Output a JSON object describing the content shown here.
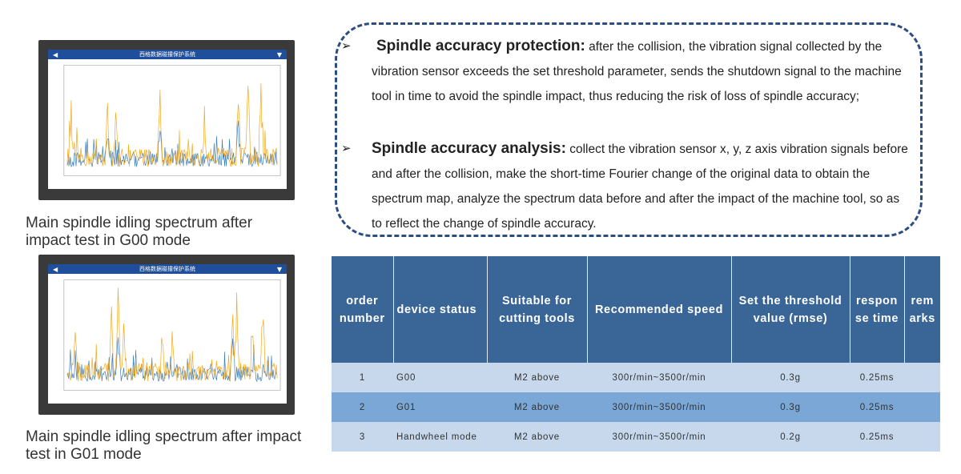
{
  "monitors": [
    {
      "title": "西格数据碰撞保护系统",
      "left_arrow": "◀",
      "right_arrow": "▼",
      "caption": "Main spindle idling spectrum after impact test in G00 mode"
    },
    {
      "title": "西格数据碰撞保护系统",
      "left_arrow": "◀",
      "right_arrow": "▼",
      "caption": "Main spindle idling spectrum after impact test in G01 mode"
    }
  ],
  "colors": {
    "series_orange": "#f2a81d",
    "series_blue": "#3b7fb8",
    "titlebar": "#1f4f9a",
    "header_bg": "#3a6697",
    "row_light": "#c7d8ec",
    "row_dark": "#7aa7d6",
    "dash_border": "#2c4d80"
  },
  "bullets": [
    {
      "mark": "➢",
      "heading": "Spindle accuracy protection:",
      "body": " after the collision, the vibration signal collected by the vibration sensor exceeds the set threshold parameter, sends the shutdown signal to the machine tool in time to avoid the spindle impact, thus reducing the risk of loss of spindle accuracy;"
    },
    {
      "mark": "➢",
      "heading": "Spindle accuracy analysis:",
      "body": " collect the vibration sensor x, y, z axis vibration signals before and after the collision, make the short-time Fourier change of the original data to obtain the spectrum map, analyze the spectrum data before and after the impact of the machine tool, so as to reflect the change of spindle accuracy."
    }
  ],
  "table": {
    "headers": [
      "order number",
      "device status",
      "Suitable for cutting tools",
      "Recommended speed",
      "Set the threshold value (rmse)",
      "respon se time",
      "rem arks"
    ],
    "rows": [
      [
        "1",
        "G00",
        "M2 above",
        "300r/min~3500r/min",
        "0.3g",
        "0.25ms",
        ""
      ],
      [
        "2",
        "G01",
        "M2 above",
        "300r/min~3500r/min",
        "0.3g",
        "0.25ms",
        ""
      ],
      [
        "3",
        "Handwheel mode",
        "M2 above",
        "300r/min~3500r/min",
        "0.2g",
        "0.25ms",
        ""
      ]
    ]
  }
}
